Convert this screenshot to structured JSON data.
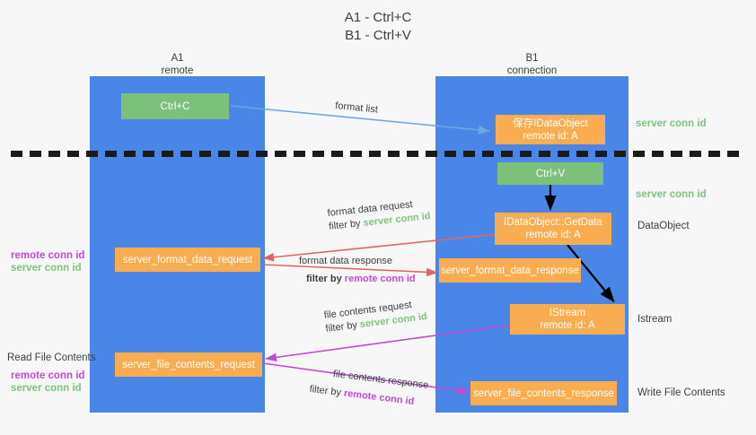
{
  "title": {
    "line1": "A1 - Ctrl+C",
    "line2": "B1 - Ctrl+V"
  },
  "lanes": [
    {
      "id": "a1",
      "name": "A1",
      "sub": "remote",
      "color": "#4a86e8"
    },
    {
      "id": "b1",
      "name": "B1",
      "sub": "connection",
      "color": "#4a86e8"
    }
  ],
  "nodes": [
    {
      "id": "ctrl-c",
      "l1": "Ctrl+C",
      "l2": "",
      "color": "#7bc07b"
    },
    {
      "id": "save-idataobject",
      "l1": "保存IDataObject",
      "l2": "remote id: A",
      "color": "#f9ad50"
    },
    {
      "id": "ctrl-v",
      "l1": "Ctrl+V",
      "l2": "",
      "color": "#7bc07b"
    },
    {
      "id": "idataobject-getdata",
      "l1": "IDataObject::GetData",
      "l2": "remote id: A",
      "color": "#f9ad50"
    },
    {
      "id": "server-format-data-request",
      "l1": "server_format_data_request",
      "l2": "",
      "color": "#f9ad50"
    },
    {
      "id": "server-format-data-response",
      "l1": "server_format_data_response",
      "l2": "",
      "color": "#f9ad50"
    },
    {
      "id": "istream",
      "l1": "IStream",
      "l2": "remote id: A",
      "color": "#f9ad50"
    },
    {
      "id": "server-file-contents-request",
      "l1": "server_file_contents_request",
      "l2": "",
      "color": "#f9ad50"
    },
    {
      "id": "server-file-contents-response",
      "l1": "server_file_contents_response",
      "l2": "",
      "color": "#f9ad50"
    }
  ],
  "edges": [
    {
      "id": "format-list",
      "label": "format list",
      "filter_prefix": "",
      "filter_key": "",
      "color": "#6fa8dc"
    },
    {
      "id": "format-data-request",
      "label": "format data request",
      "filter_prefix": "filter by",
      "filter_key": "server conn id",
      "color": "#e06666"
    },
    {
      "id": "format-data-response",
      "label": "format data response",
      "filter_prefix": "filter by",
      "filter_key": "remote conn id",
      "color": "#e06666"
    },
    {
      "id": "file-contents-request",
      "label": "file contents request",
      "filter_prefix": "filter by",
      "filter_key": "server conn id",
      "color": "#c34bd4"
    },
    {
      "id": "file-contents-response",
      "label": "file contents response",
      "filter_prefix": "filter by",
      "filter_key": "remote conn id",
      "color": "#c34bd4"
    }
  ],
  "right_labels": [
    {
      "id": "r1",
      "text": "server conn id",
      "style": "green"
    },
    {
      "id": "r2",
      "text": "server conn id",
      "style": "green"
    },
    {
      "id": "r3",
      "text": "DataObject",
      "style": "plain"
    },
    {
      "id": "r4",
      "text": "Istream",
      "style": "plain"
    },
    {
      "id": "r5",
      "text": "Write File Contents",
      "style": "plain"
    }
  ],
  "left_labels": [
    {
      "id": "l1",
      "text": "remote conn id",
      "style": "purple"
    },
    {
      "id": "l2",
      "text": "server conn id",
      "style": "green"
    },
    {
      "id": "l3",
      "text": "Read File Contents",
      "style": "plain"
    },
    {
      "id": "l4",
      "text": "remote conn id",
      "style": "purple"
    },
    {
      "id": "l5",
      "text": "server conn id",
      "style": "green"
    }
  ],
  "colors": {
    "lane": "#4a86e8",
    "green_node": "#7bc07b",
    "orange_node": "#f9ad50",
    "blue_arrow": "#6fa8dc",
    "red_arrow": "#e06666",
    "magenta_arrow": "#c34bd4",
    "black_arrow": "#000000",
    "background": "#f7f7f7"
  }
}
